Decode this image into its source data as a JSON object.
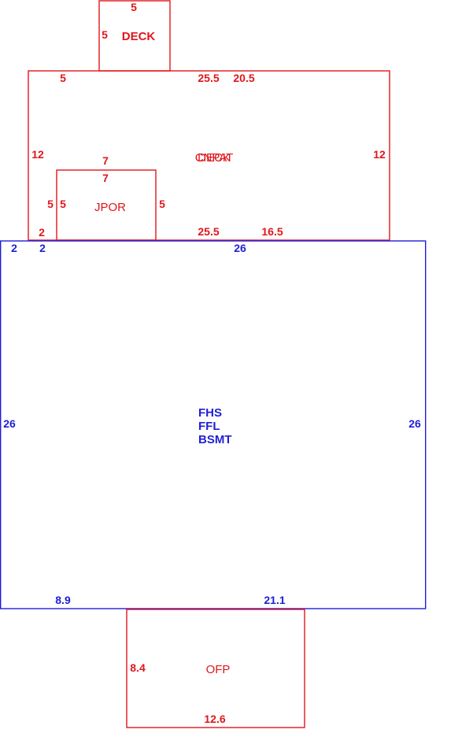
{
  "colors": {
    "red": "#e0161c",
    "blue": "#1f1fd6"
  },
  "deck": {
    "label": "DECK",
    "dims": {
      "top": "5",
      "left": "5"
    }
  },
  "upper": {
    "labels": [
      "CNPAT",
      "DECK"
    ],
    "dims": {
      "top_left": "5",
      "top_mid": "25.5",
      "top_right": "20.5",
      "left": "12",
      "right": "12",
      "bottom_mid": "25.5",
      "bottom_right": "16.5",
      "bottom_left": "2"
    }
  },
  "jpor": {
    "label": "JPOR",
    "dims": {
      "top_outer": "7",
      "top_inner": "7",
      "left_outer": "5",
      "left_inner": "5",
      "right": "5"
    }
  },
  "house": {
    "labels": [
      "FHS",
      "FFL",
      "BSMT"
    ],
    "dims": {
      "top_left": "2",
      "top_left_inner": "2",
      "top": "26",
      "left": "26",
      "right": "26",
      "bottom_left": "8.9",
      "bottom_right": "21.1"
    }
  },
  "ofp": {
    "label": "OFP",
    "dims": {
      "left": "8.4",
      "bottom": "12.6"
    }
  }
}
